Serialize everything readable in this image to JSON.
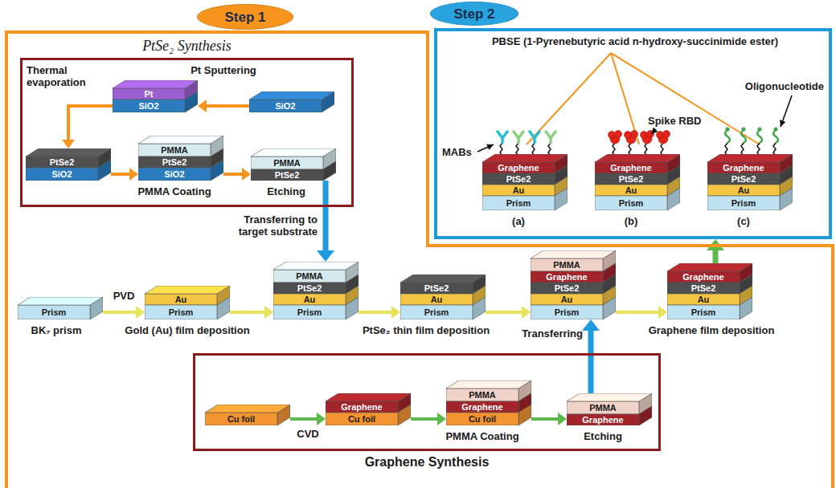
{
  "diagram": {
    "nodes": [
      {
        "text": [
          "Step 1"
        ]
      },
      {
        "text": [
          "PtSe₂ Synthesis"
        ],
        "in": 0
      },
      {
        "text": [
          "Pt",
          "SiO2"
        ],
        "in": 1
      },
      {
        "text": [
          "SiO2"
        ],
        "in": 1
      },
      {
        "text": [
          "PtSe2",
          "SiO2"
        ],
        "in": 1
      },
      {
        "text": [
          "PMMA",
          "PtSe2",
          "SiO2"
        ],
        "in": 1
      },
      {
        "text": [
          "PMMA",
          "PtSe2"
        ],
        "in": 1
      },
      {
        "text": [
          "Prism"
        ],
        "in": 0
      },
      {
        "text": [
          "Au",
          "Prism"
        ],
        "in": 0
      },
      {
        "text": [
          "PMMA",
          "PtSe2",
          "Au",
          "Prism"
        ],
        "in": 0
      },
      {
        "text": [
          "PtSe2",
          "Au",
          "Prism"
        ],
        "in": 0
      },
      {
        "text": [
          "PMMA",
          "Graphene",
          "PtSe2",
          "Au",
          "Prism"
        ],
        "in": 0
      },
      {
        "text": [
          "Graphene",
          "PtSe2",
          "Au",
          "Prism"
        ],
        "in": 0
      },
      {
        "text": [
          "Graphene Synthesis"
        ],
        "in": 0
      },
      {
        "text": [
          "Cu foil"
        ],
        "in": 13
      },
      {
        "text": [
          "Graphene",
          "Cu foil"
        ],
        "in": 13
      },
      {
        "text": [
          "PMMA",
          "Graphene",
          "Cu foil"
        ],
        "in": 13
      },
      {
        "text": [
          "PMMA",
          "Graphene"
        ],
        "in": 13
      },
      {
        "text": [
          "Step 2"
        ]
      },
      {
        "text": [
          "Graphene",
          "PtSe2",
          "Au",
          "Prism"
        ],
        "in": 18
      },
      {
        "text": [
          "Graphene",
          "PtSe2",
          "Au",
          "Prism"
        ],
        "in": 18
      },
      {
        "text": [
          "Graphene",
          "PtSe2",
          "Au",
          "Prism"
        ],
        "in": 18
      }
    ],
    "edges": [
      {
        "from": 3,
        "to": 2,
        "arrow": "to",
        "label": "Pt Sputtering"
      },
      {
        "from": 2,
        "to": 4,
        "arrow": "to",
        "label": "Thermal evaporation"
      },
      {
        "from": 4,
        "to": 5,
        "arrow": "to"
      },
      {
        "from": 5,
        "to": 6,
        "arrow": "to"
      },
      {
        "from": 6,
        "to": 9,
        "arrow": "to",
        "label": "Transferring to target substrate"
      },
      {
        "from": 7,
        "to": 8,
        "arrow": "to",
        "label": "PVD"
      },
      {
        "from": 8,
        "to": 9,
        "arrow": "to"
      },
      {
        "from": 9,
        "to": 10,
        "arrow": "to"
      },
      {
        "from": 10,
        "to": 11,
        "arrow": "to"
      },
      {
        "from": 11,
        "to": 12,
        "arrow": "to"
      },
      {
        "from": 14,
        "to": 15,
        "arrow": "to",
        "label": "CVD"
      },
      {
        "from": 15,
        "to": 16,
        "arrow": "to"
      },
      {
        "from": 16,
        "to": 17,
        "arrow": "to"
      },
      {
        "from": 17,
        "to": 11,
        "arrow": "to",
        "label": "Transferring"
      },
      {
        "from": 12,
        "to": 18,
        "arrow": "to"
      }
    ],
    "labels": [
      "PBSE (1-Pyrenebutyric acid n-hydroxy-succinimide ester)",
      "MABs",
      "Spike RBD",
      "Oligonucleotide",
      "(a)",
      "(b)",
      "(c)",
      "PMMA Coating",
      "Etching",
      "BK₇ prism",
      "Gold (Au) film deposition",
      "PtSe₂ thin film deposition",
      "Graphene film deposition",
      "PMMA Coating",
      "Etching"
    ]
  }
}
